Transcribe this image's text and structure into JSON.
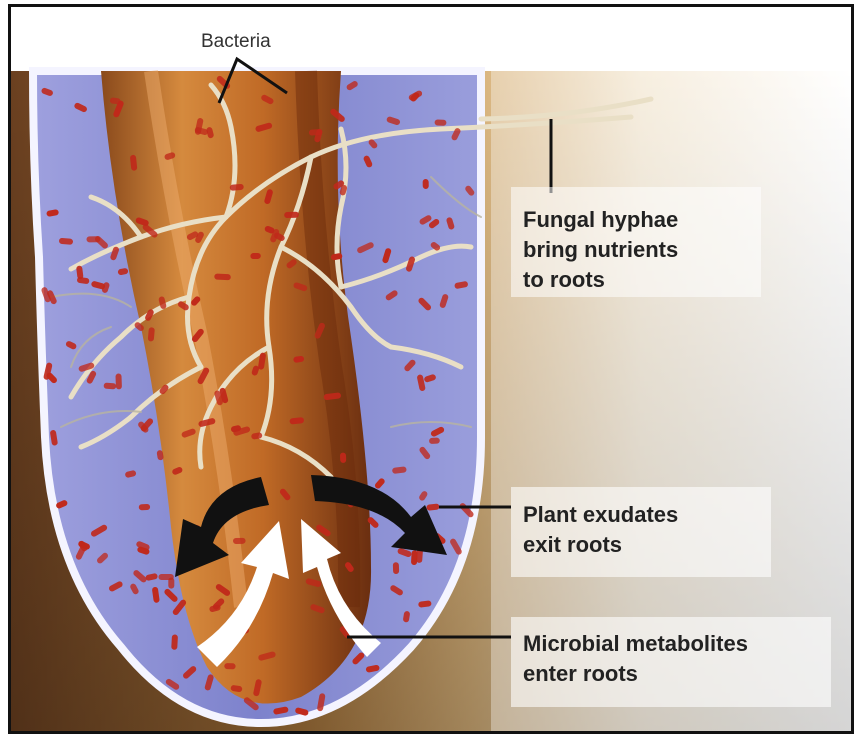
{
  "diagram": {
    "labels": {
      "bacteria": "Bacteria",
      "fungal_hyphae": "Fungal hyphae\nbring nutrients\nto roots",
      "plant_exudates": "Plant exudates\nexit roots",
      "microbial_metabolites": "Microbial metabolites\nenter roots"
    },
    "colors": {
      "soil": "#8a5a2a",
      "rhizosphere": "#8f93d6",
      "root": "#c8742c",
      "bacteria": "#c0281a",
      "hyphae": "#e8ddc4",
      "exudate_arrows": "#111111",
      "metabolite_arrows": "#ffffff"
    }
  }
}
